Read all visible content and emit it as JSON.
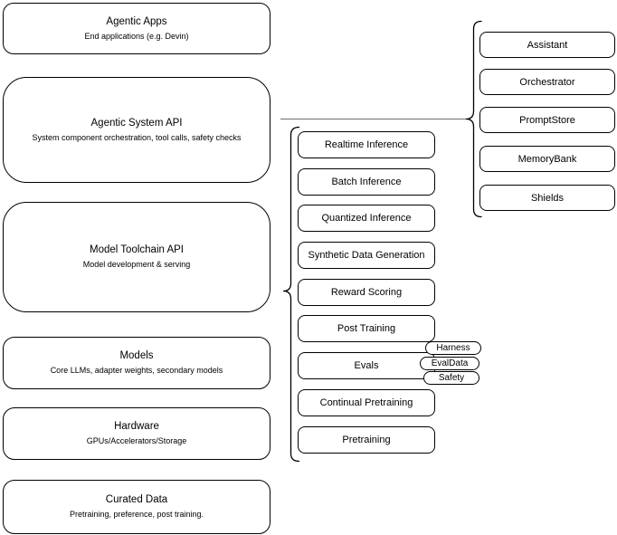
{
  "left_column": [
    {
      "title": "Agentic Apps",
      "subtitle": "End applications (e.g. Devin)"
    },
    {
      "title": "Agentic System API",
      "subtitle": "System component orchestration, tool calls, safety checks"
    },
    {
      "title": "Model Toolchain API",
      "subtitle": "Model development & serving"
    },
    {
      "title": "Models",
      "subtitle": "Core LLMs, adapter weights, secondary models"
    },
    {
      "title": "Hardware",
      "subtitle": "GPUs/Accelerators/Storage"
    },
    {
      "title": "Curated Data",
      "subtitle": "Pretraining, preference, post training."
    }
  ],
  "middle_column": [
    "Realtime Inference",
    "Batch Inference",
    "Quantized Inference",
    "Synthetic Data Generation",
    "Reward Scoring",
    "Post Training",
    "Evals",
    "Continual Pretraining",
    "Pretraining"
  ],
  "eval_badges": [
    "Harness",
    "EvalData",
    "Safety"
  ],
  "right_column": [
    "Assistant",
    "Orchestrator",
    "PromptStore",
    "MemoryBank",
    "Shields"
  ],
  "colors": {
    "node_stroke": "#000000",
    "node_fill": "#ffffff",
    "text": "#000000",
    "connector_line": "#808080",
    "brace_stroke": "#000000"
  }
}
